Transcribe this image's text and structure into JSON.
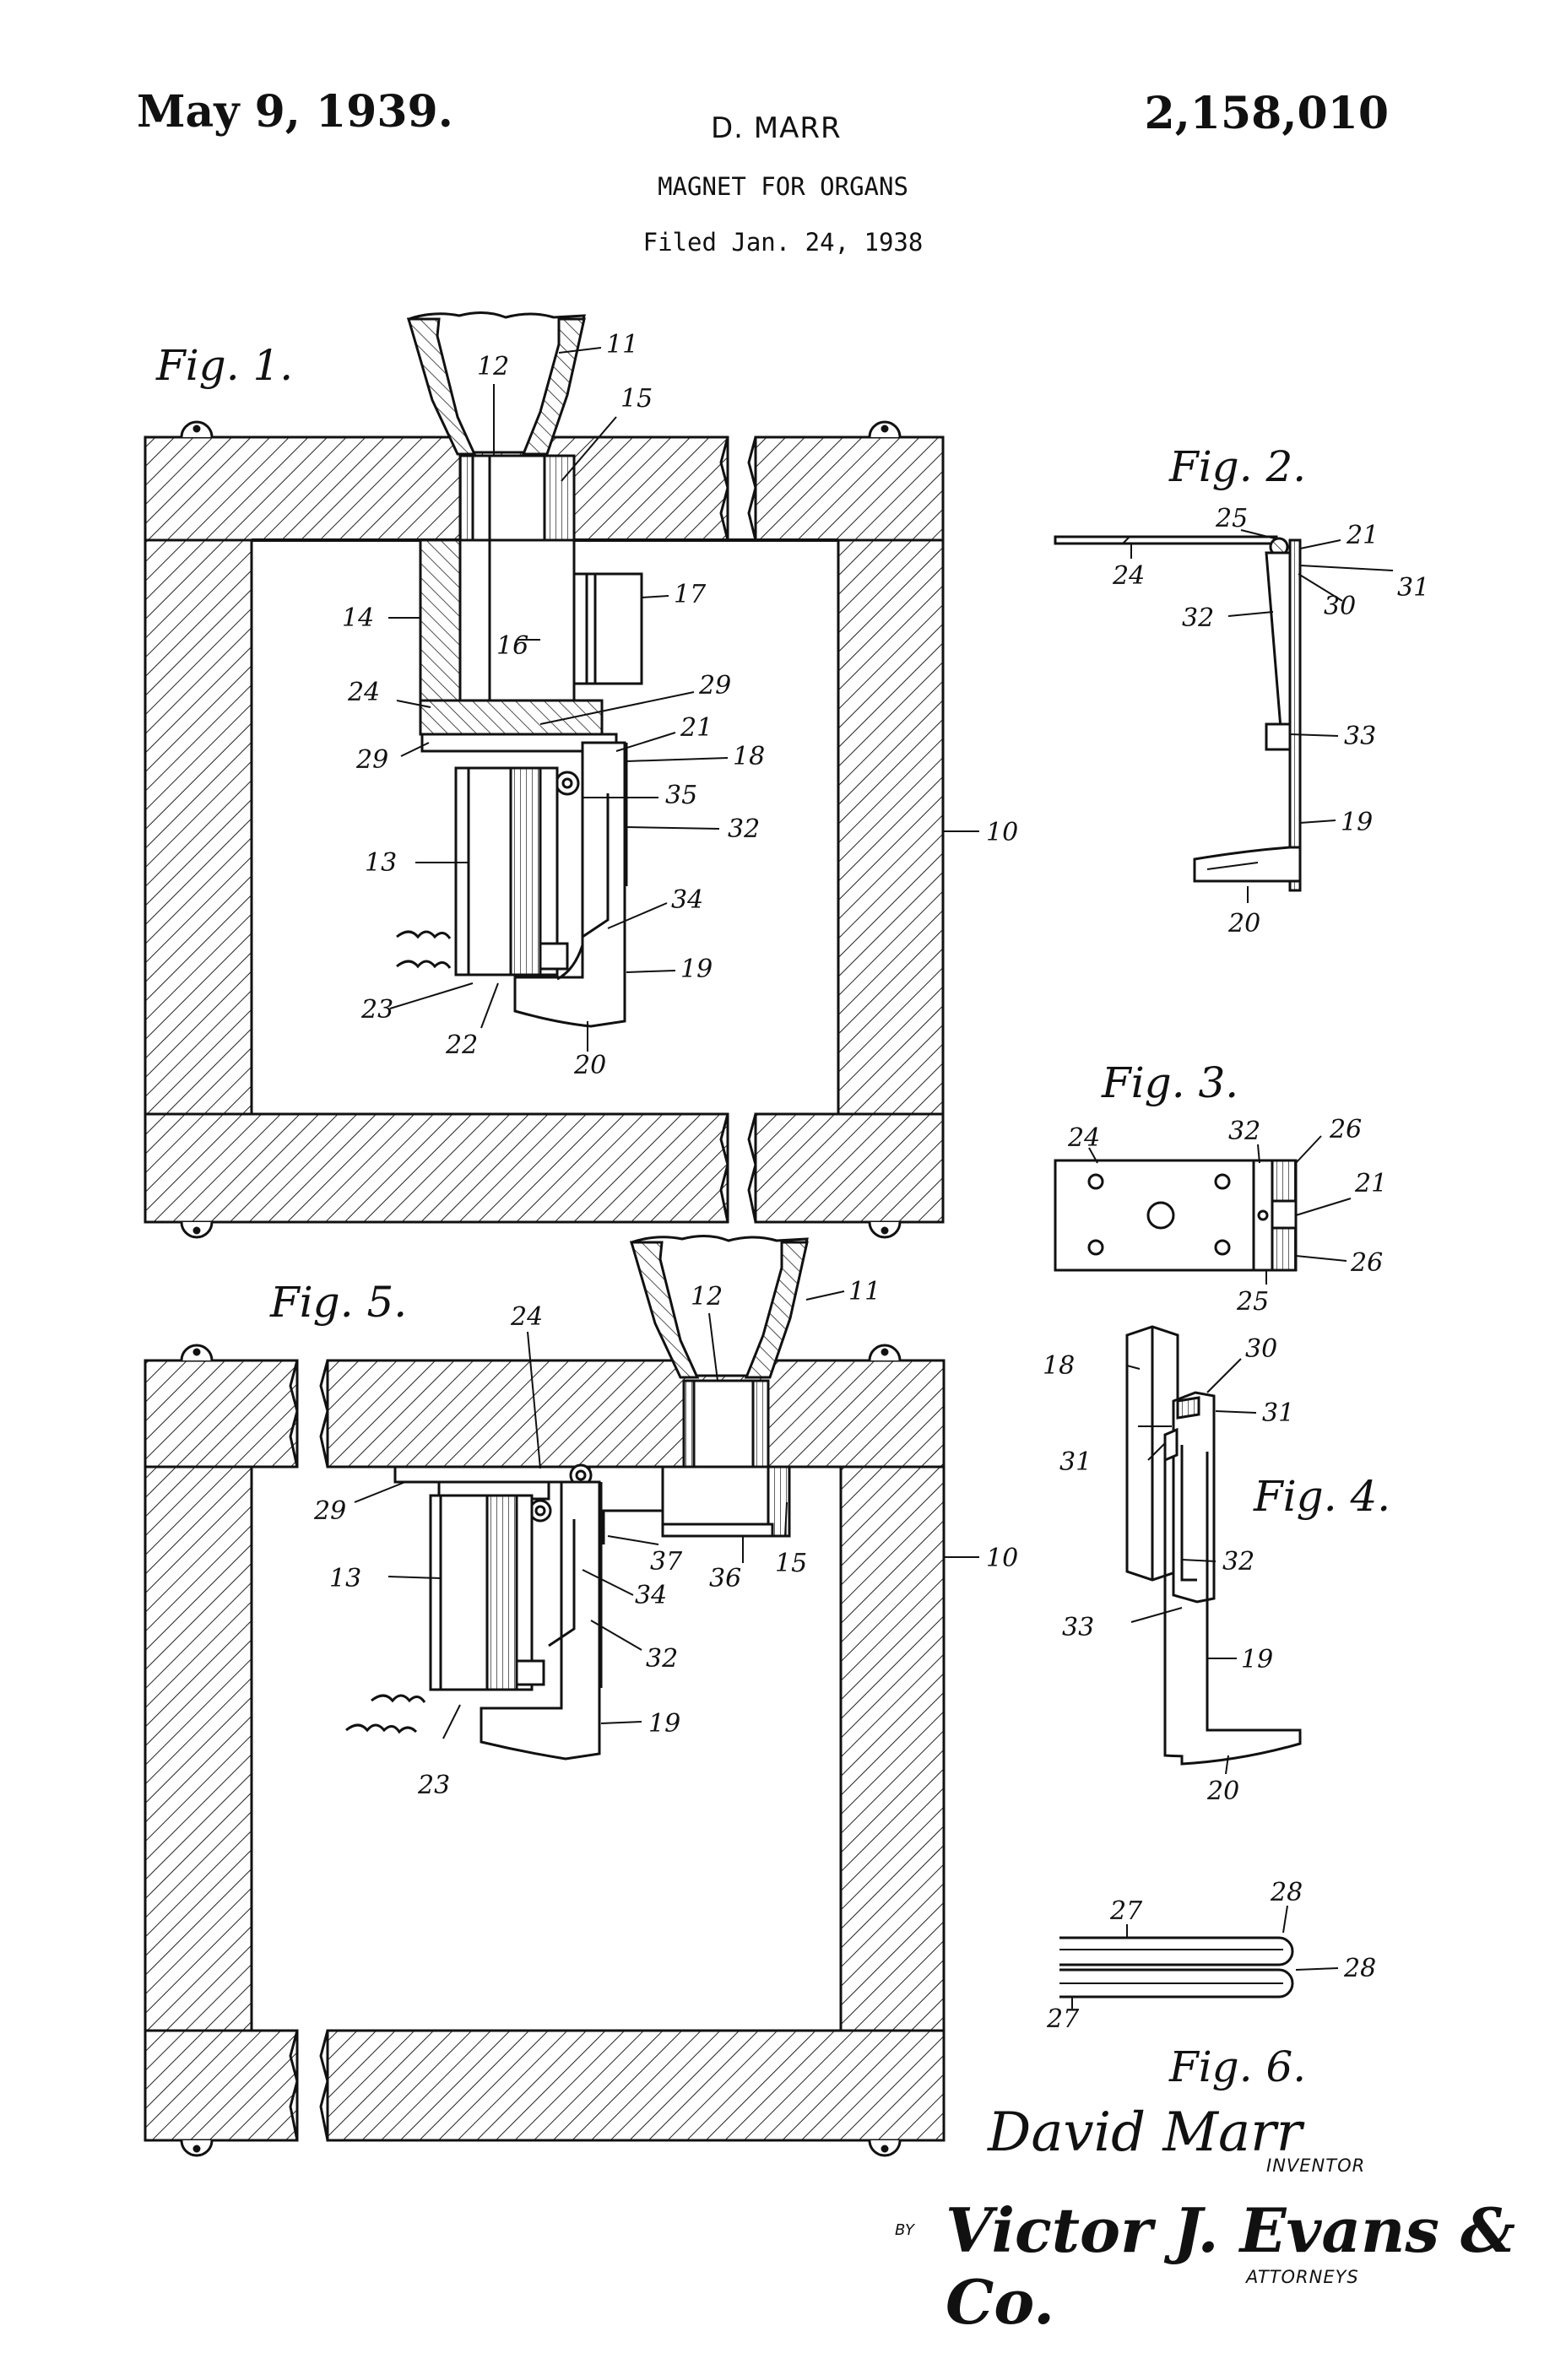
{
  "header": {
    "date": "May 9, 1939.",
    "inventor": "D. MARR",
    "patent_number": "2,158,010",
    "title": "MAGNET FOR ORGANS",
    "filed": "Filed Jan. 24, 1938"
  },
  "figures": {
    "fig1": "Fig. 1.",
    "fig2": "Fig. 2.",
    "fig3": "Fig. 3.",
    "fig4": "Fig. 4.",
    "fig5": "Fig. 5.",
    "fig6": "Fig. 6."
  },
  "labels": {
    "fig1": [
      "11",
      "12",
      "15",
      "14",
      "16",
      "17",
      "24",
      "29",
      "29",
      "21",
      "18",
      "35",
      "32",
      "13",
      "34",
      "19",
      "23",
      "22",
      "20",
      "10"
    ],
    "fig2": [
      "25",
      "21",
      "24",
      "32",
      "30",
      "31",
      "33",
      "19",
      "20"
    ],
    "fig3": [
      "24",
      "32",
      "26",
      "21",
      "26",
      "25"
    ],
    "fig4": [
      "18",
      "30",
      "31",
      "31",
      "32",
      "33",
      "19",
      "20"
    ],
    "fig5": [
      "24",
      "12",
      "11",
      "29",
      "13",
      "37",
      "36",
      "15",
      "10",
      "34",
      "32",
      "19",
      "23"
    ],
    "fig6": [
      "27",
      "28",
      "28",
      "27"
    ]
  },
  "signature": {
    "inventor_name": "David Marr",
    "inventor_role": "INVENTOR",
    "by": "BY",
    "attorney_name": "Victor J. Evans & Co.",
    "attorneys_role": "ATTORNEYS"
  }
}
